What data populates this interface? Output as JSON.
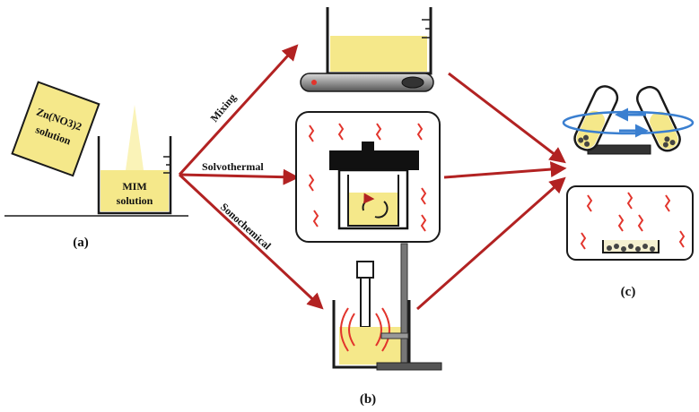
{
  "labels": {
    "zn_solution_line1": "Zn(NO3)2",
    "zn_solution_line2": "solution",
    "mim_line1": "MIM",
    "mim_line2": "solution",
    "panel_a": "(a)",
    "panel_b": "(b)",
    "panel_c": "(c)",
    "mixing": "Mixing",
    "solvothermal": "Solvothermal",
    "sonochemical": "Sonochemical"
  },
  "colors": {
    "liquid": "#f5e88a",
    "liquid_light": "#faf3b8",
    "arrow": "#b22222",
    "heat_wave": "#e2342c",
    "rotation": "#3a7fd0",
    "outline": "#1a1a1a",
    "particle": "#444444"
  }
}
